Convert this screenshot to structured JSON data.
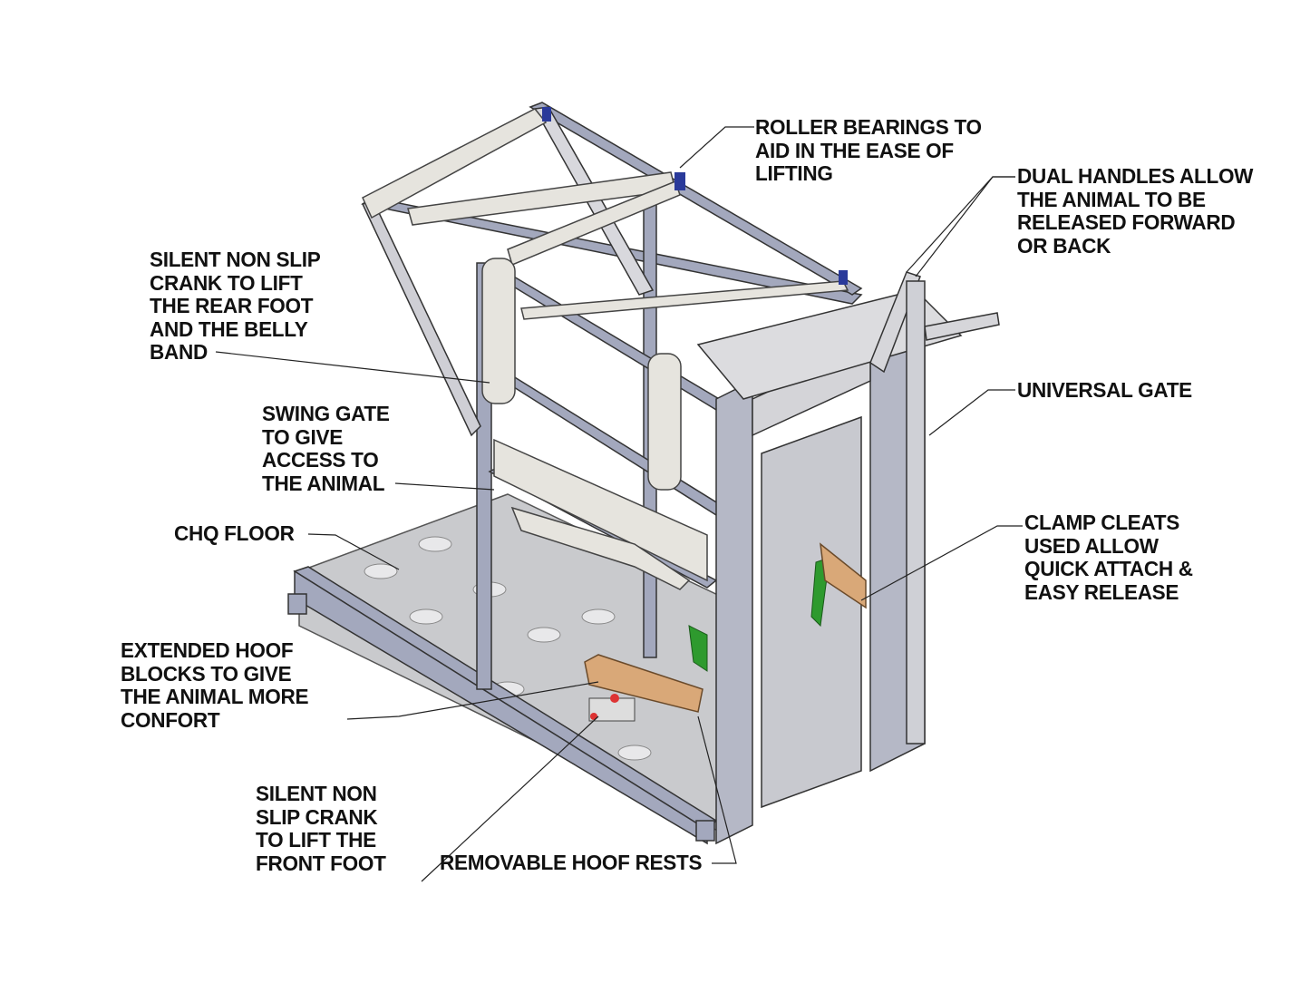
{
  "callouts": {
    "roller_bearings": [
      "ROLLER BEARINGS TO",
      "AID IN THE EASE OF",
      "LIFTING"
    ],
    "dual_handles": [
      "DUAL HANDLES ALLOW",
      "THE ANIMAL TO BE",
      "RELEASED FORWARD",
      "OR BACK"
    ],
    "rear_crank": [
      "SILENT NON SLIP",
      "CRANK TO LIFT",
      "THE REAR FOOT",
      "AND THE BELLY",
      "BAND"
    ],
    "swing_gate": [
      "SWING GATE",
      "TO GIVE",
      "ACCESS TO",
      "THE ANIMAL"
    ],
    "floor": [
      "CHQ FLOOR"
    ],
    "universal_gate": [
      "UNIVERSAL GATE"
    ],
    "clamp_cleats": [
      "CLAMP CLEATS",
      "USED ALLOW",
      "QUICK ATTACH &",
      "EASY RELEASE"
    ],
    "hoof_blocks": [
      "EXTENDED HOOF",
      "BLOCKS TO GIVE",
      "THE ANIMAL MORE",
      "CONFORT"
    ],
    "front_crank": [
      "SILENT NON",
      "SLIP CRANK",
      "TO LIFT THE",
      "FRONT FOOT"
    ],
    "hoof_rests": [
      "REMOVABLE HOOF RESTS"
    ]
  },
  "colors": {
    "frame": "#9aa0b4",
    "tube": "#e4e2dc",
    "wood": "#d9a878",
    "green": "#2e9a2e",
    "bearing": "#2a3a9a"
  }
}
